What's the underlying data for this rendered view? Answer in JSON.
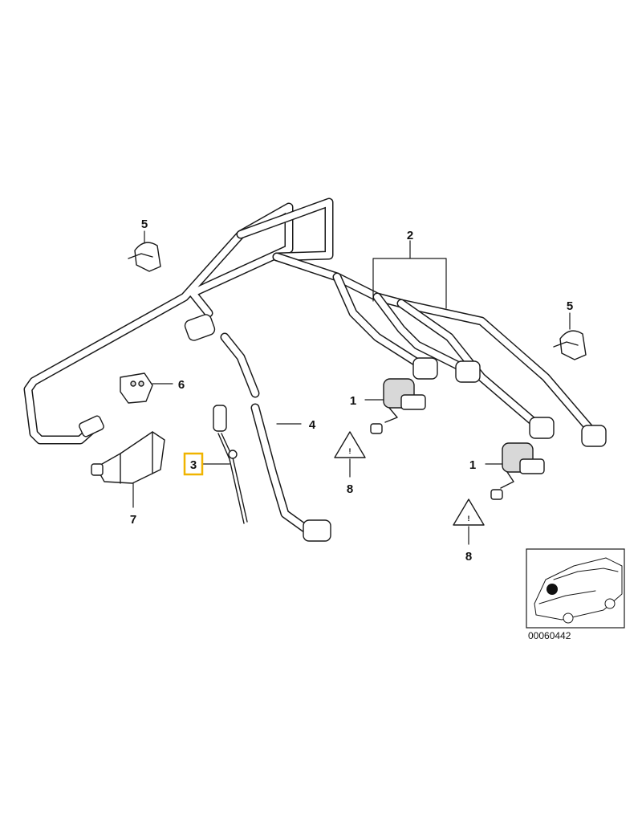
{
  "callouts": {
    "c1a": "1",
    "c1b": "1",
    "c2": "2",
    "c3": "3",
    "c4": "4",
    "c5a": "5",
    "c5b": "5",
    "c6": "6",
    "c7": "7",
    "c8a": "8",
    "c8b": "8"
  },
  "highlight_color": "#f0b400",
  "reference_number": "00060442",
  "icons": {
    "warning_triangle": "warning-triangle-icon",
    "car_locator": "car-locator-icon"
  }
}
